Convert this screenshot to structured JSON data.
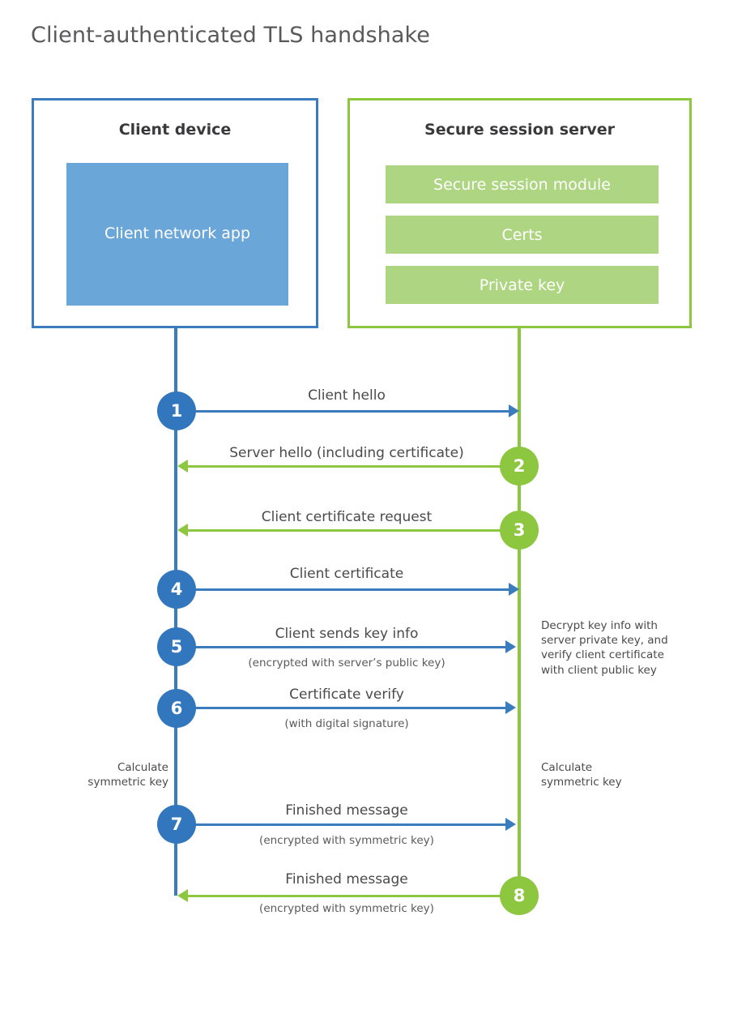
{
  "title": "Client-authenticated TLS handshake",
  "colors": {
    "client_blue": "#3b7cbf",
    "client_app_fill": "#6ba6d9",
    "server_green": "#8dc63f",
    "server_bar_fill": "#aed581",
    "circle_blue": "#3277bd",
    "circle_green": "#8dc63f",
    "title_gray": "#59595b",
    "text_gray": "#4a4a4c"
  },
  "client": {
    "title": "Client device",
    "app_label": "Client network app"
  },
  "server": {
    "title": "Secure session server",
    "bars": [
      {
        "label": "Secure session module"
      },
      {
        "label": "Certs"
      },
      {
        "label": "Private key"
      }
    ]
  },
  "steps": [
    {
      "number": "1",
      "label": "Client hello",
      "sublabel": "",
      "direction": "right",
      "color": "blue"
    },
    {
      "number": "2",
      "label": "Server hello (including certificate)",
      "sublabel": "",
      "direction": "left",
      "color": "green"
    },
    {
      "number": "3",
      "label": "Client certificate request",
      "sublabel": "",
      "direction": "left",
      "color": "green"
    },
    {
      "number": "4",
      "label": "Client certificate",
      "sublabel": "",
      "direction": "right",
      "color": "blue"
    },
    {
      "number": "5",
      "label": "Client sends key info",
      "sublabel": "(encrypted with server’s public key)",
      "direction": "right",
      "color": "blue"
    },
    {
      "number": "6",
      "label": "Certificate verify",
      "sublabel": "(with digital signature)",
      "direction": "right",
      "color": "blue"
    },
    {
      "number": "7",
      "label": "Finished message",
      "sublabel": "(encrypted with symmetric key)",
      "direction": "right",
      "color": "blue"
    },
    {
      "number": "8",
      "label": "Finished message",
      "sublabel": "(encrypted with symmetric key)",
      "direction": "left",
      "color": "green"
    }
  ],
  "notes": {
    "server_decrypt": "Decrypt key info with server private key, and verify client certificate with client public key",
    "client_calculate": "Calculate symmetric key",
    "server_calculate": "Calculate symmetric key"
  }
}
